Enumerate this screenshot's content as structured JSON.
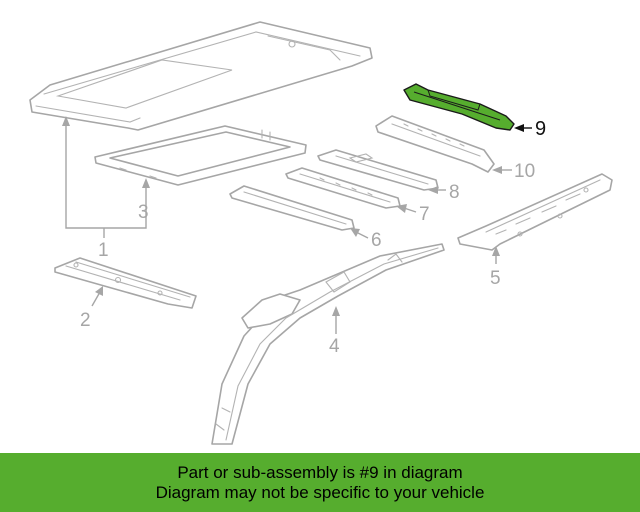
{
  "diagram": {
    "callouts": {
      "c1": "1",
      "c2": "2",
      "c3": "3",
      "c4": "4",
      "c5": "5",
      "c6": "6",
      "c7": "7",
      "c8": "8",
      "c9": "9",
      "c10": "10"
    },
    "highlighted_part": "9",
    "colors": {
      "highlight": "#56ad2e",
      "line": "#a6a6a6",
      "dark": "#111111"
    }
  },
  "banner": {
    "line1": "Part or sub-assembly is #9 in diagram",
    "line2": "Diagram may not be specific to your vehicle",
    "background": "#56ad2e"
  }
}
